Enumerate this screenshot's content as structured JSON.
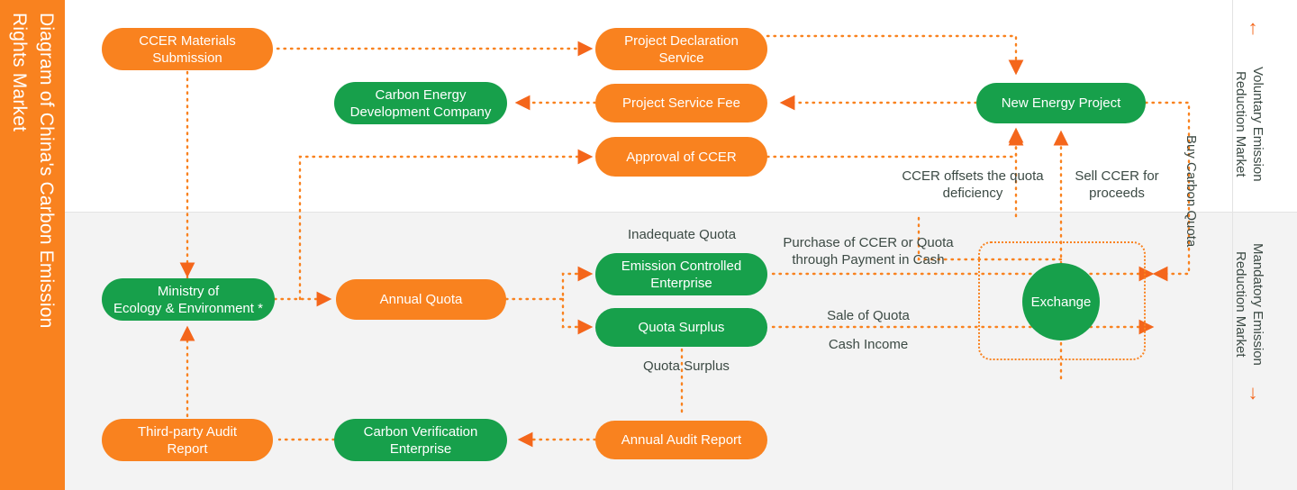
{
  "sidebar": {
    "title": "Diagram of China's Carbon Emission\nRights Market"
  },
  "markets": {
    "voluntary": {
      "label": "Voluntary Emission\nReduction Market",
      "arrow": "arrow-up-icon",
      "arrow_glyph": "↑"
    },
    "mandatory": {
      "label": "Mandatory Emission\nReduction Market",
      "arrow": "arrow-down-icon",
      "arrow_glyph": "↓"
    }
  },
  "colors": {
    "orange": "#f9821f",
    "green": "#17a04b",
    "arrow": "#f4661b",
    "text_dark": "#3c4a44",
    "band_bottom": "#f3f3f3"
  },
  "nodes": [
    {
      "id": "ccer-materials-submission",
      "label": "CCER Materials\nSubmission",
      "color": "orange"
    },
    {
      "id": "carbon-energy-development-company",
      "label": "Carbon Energy\nDevelopment Company",
      "color": "green"
    },
    {
      "id": "project-declaration-service",
      "label": "Project Declaration\nService",
      "color": "orange"
    },
    {
      "id": "project-service-fee",
      "label": "Project Service Fee",
      "color": "orange"
    },
    {
      "id": "approval-of-ccer",
      "label": "Approval of CCER",
      "color": "orange"
    },
    {
      "id": "new-energy-project",
      "label": "New Energy Project",
      "color": "green"
    },
    {
      "id": "ministry-of-ecology-environment",
      "label": "Ministry of\nEcology & Environment *",
      "color": "green"
    },
    {
      "id": "annual-quota",
      "label": "Annual Quota",
      "color": "orange"
    },
    {
      "id": "emission-controlled-enterprise",
      "label": "Emission Controlled\nEnterprise",
      "color": "green"
    },
    {
      "id": "quota-surplus",
      "label": "Quota Surplus",
      "color": "green"
    },
    {
      "id": "exchange",
      "label": "Exchange",
      "color": "green"
    },
    {
      "id": "third-party-audit-report",
      "label": "Third-party Audit\nReport",
      "color": "orange"
    },
    {
      "id": "carbon-verification-enterprise",
      "label": "Carbon Verification\nEnterprise",
      "color": "green"
    },
    {
      "id": "annual-audit-report",
      "label": "Annual Audit Report",
      "color": "orange"
    }
  ],
  "edge_labels": [
    {
      "id": "ccer-offsets-the-quota-deficiency",
      "text": "CCER offsets the quota\ndeficiency"
    },
    {
      "id": "sell-ccer-for-proceeds",
      "text": "Sell CCER for\nproceeds"
    },
    {
      "id": "buy-carbon-quota",
      "text": "Buy Carbon Quota"
    },
    {
      "id": "inadequate-quota",
      "text": "Inadequate Quota"
    },
    {
      "id": "purchase-of-ccer-or-quota-through-payment-in-cash",
      "text": "Purchase of CCER or Quota\nthrough Payment in Cash"
    },
    {
      "id": "sale-of-quota",
      "text": "Sale of Quota"
    },
    {
      "id": "cash-income",
      "text": "Cash Income"
    },
    {
      "id": "quota-surplus-label",
      "text": "Quota Surplus"
    }
  ]
}
